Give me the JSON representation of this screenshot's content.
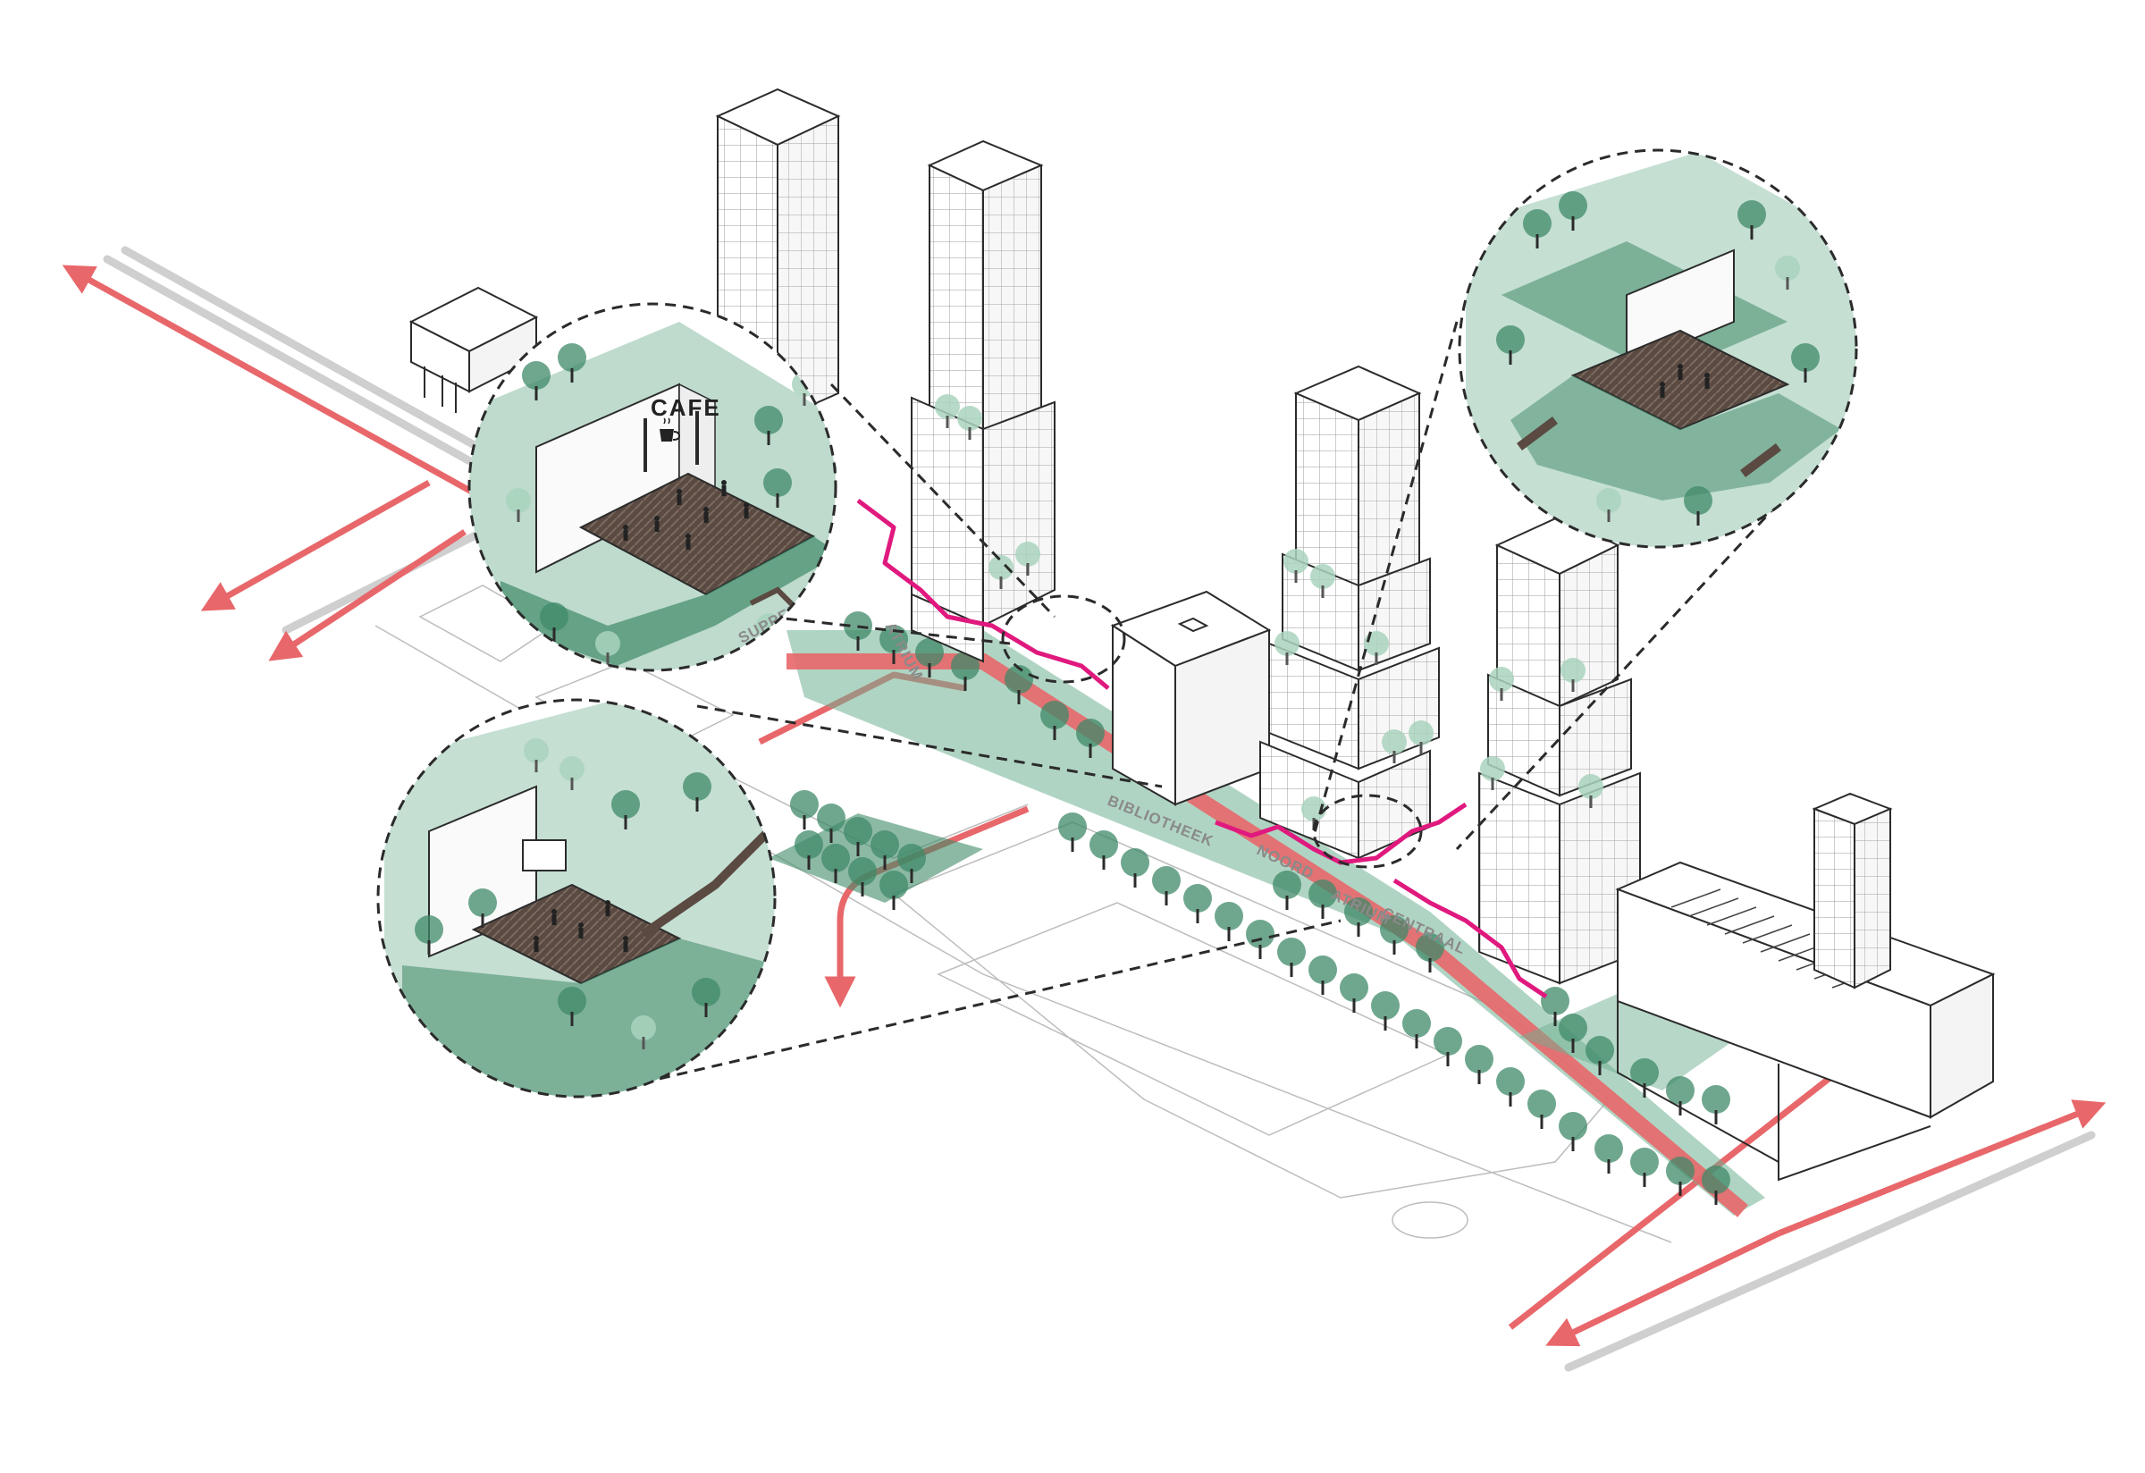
{
  "labels": {
    "cafe_sign": "CAFE",
    "bibliotheek": "BIBLIOTHEEK",
    "atrium": "ATRIUM",
    "noord": "NOORD",
    "centraal": "CENTRAAL",
    "supper": "SUPPER"
  },
  "colors": {
    "route_red": "#e8676a",
    "route_magenta": "#e0197e",
    "green_dark": "#3f8a68",
    "green_mid": "#5fa585",
    "green_light": "#a9d4bd",
    "green_plane": "#6fb091",
    "deck_brown": "#5a4a42",
    "outline": "#2b2b2b",
    "grey_track": "#cfcfcf",
    "ground_line": "#bdbdbd"
  },
  "icons": {
    "cafe": "coffee-cup-icon",
    "route_arrow": "arrow-head-icon",
    "person": "person-silhouette-icon"
  }
}
